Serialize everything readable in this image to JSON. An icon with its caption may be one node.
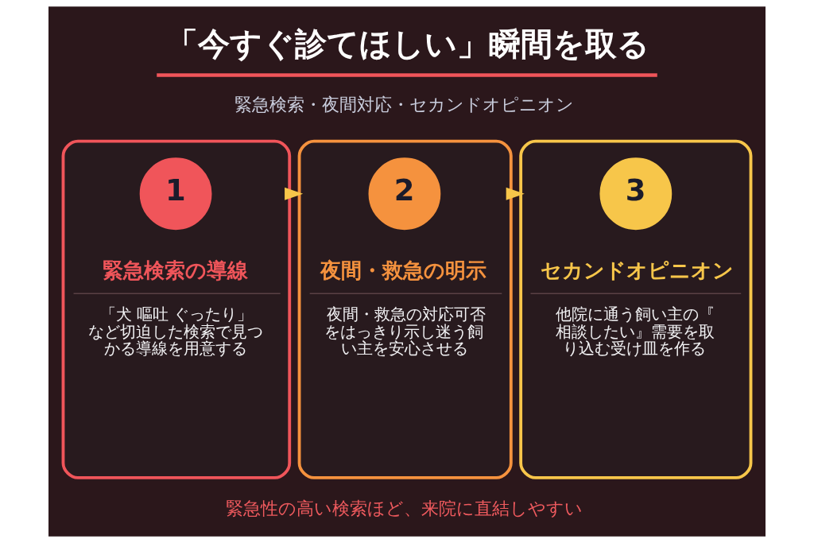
{
  "diagram": {
    "title": "「今すぐ診てほしい」瞬間を取る",
    "nodes": [
      {
        "text": [
          "緊急検索の導線",
          "「犬 嘔吐 ぐったり」など切迫した検索で見つかる導線を用意する"
        ]
      },
      {
        "text": [
          "1"
        ],
        "in": 0
      },
      {
        "text": [
          "夜間・救急の明示",
          "夜間・救急の対応可否をはっきり示し迷う飼い主を安心させる"
        ]
      },
      {
        "text": [
          "2"
        ],
        "in": 2
      },
      {
        "text": [
          "セカンドオピニオン",
          "他院に通う飼い主の『相談したい』需要を取り込む受け皿を作る"
        ]
      },
      {
        "text": [
          "3"
        ],
        "in": 4
      }
    ],
    "edges": [
      {
        "from": 0,
        "to": 2,
        "arrow": "to"
      },
      {
        "from": 2,
        "to": 4,
        "arrow": "to"
      }
    ],
    "labels": [
      "緊急検索・夜間対応・セカンドオピニオン",
      "緊急性の高い検索ほど、来院に直結しやすい"
    ]
  }
}
